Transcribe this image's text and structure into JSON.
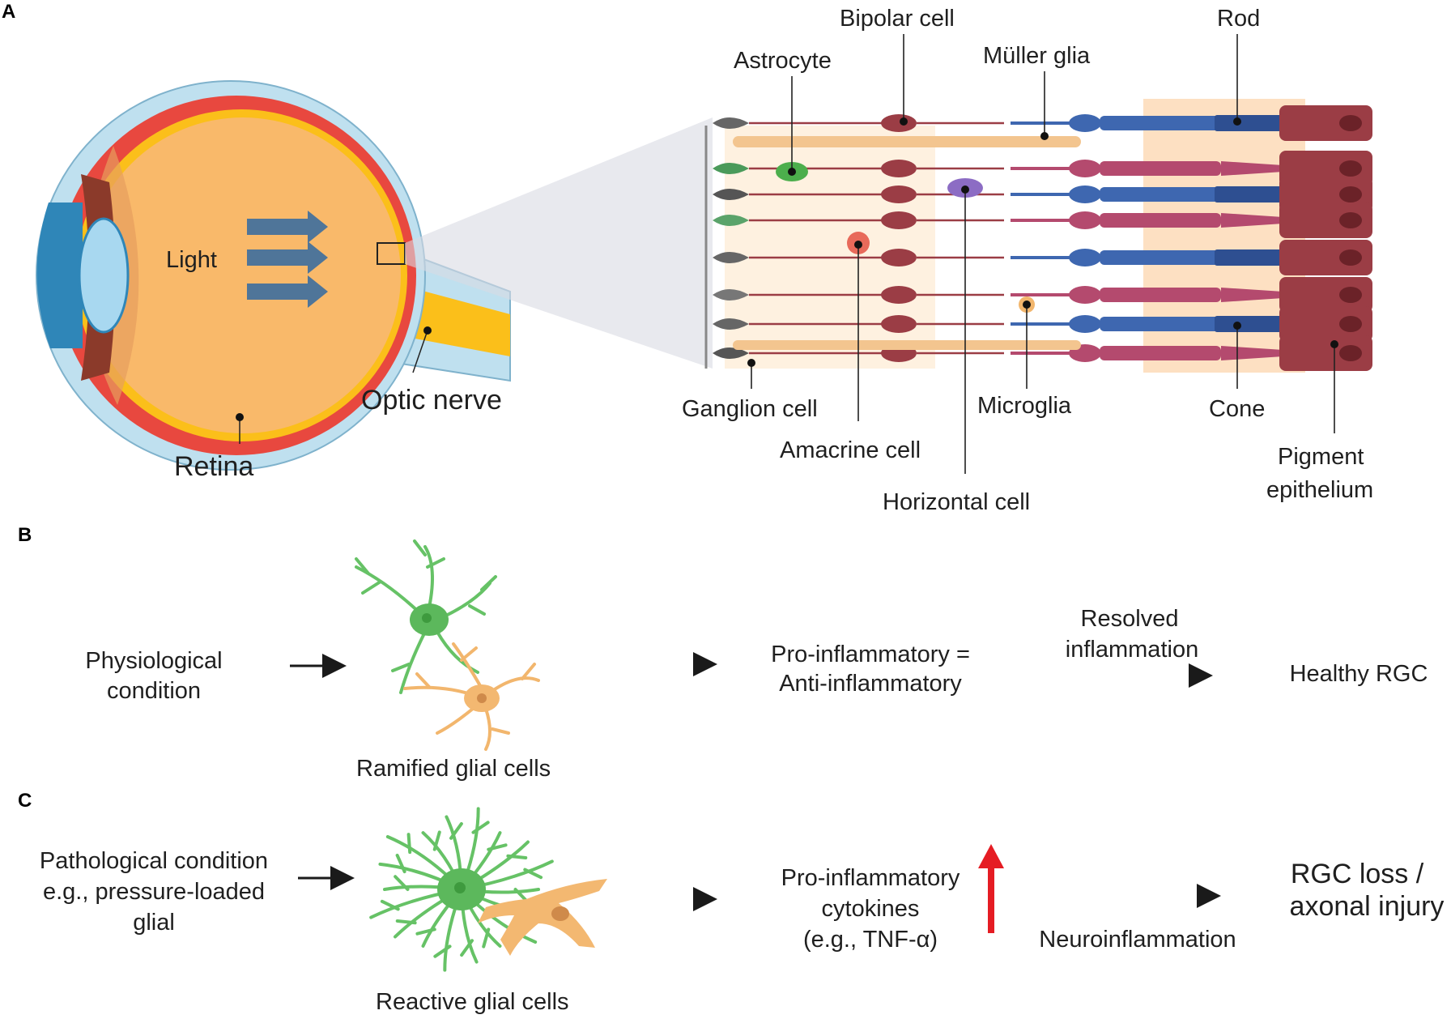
{
  "panels": {
    "a": "A",
    "b": "B",
    "c": "C"
  },
  "panel_a": {
    "eye": {
      "light": "Light",
      "optic_nerve": "Optic nerve",
      "retina": "Retina"
    },
    "cells": {
      "bipolar": "Bipolar cell",
      "rod": "Rod",
      "astrocyte": "Astrocyte",
      "muller": "Müller glia",
      "ganglion": "Ganglion cell",
      "amacrine": "Amacrine cell",
      "horizontal": "Horizontal cell",
      "microglia": "Microglia",
      "cone": "Cone",
      "pigment_line1": "Pigment",
      "pigment_line2": "epithelium"
    }
  },
  "panel_b": {
    "condition_line1": "Physiological",
    "condition_line2": "condition",
    "glia_label": "Ramified  glial cells",
    "balance_line1": "Pro-inflammatory =",
    "balance_line2": "Anti-inflammatory",
    "arrow_line1": "Resolved",
    "arrow_line2": "inflammation",
    "outcome": "Healthy RGC"
  },
  "panel_c": {
    "condition_line1": "Pathological condition",
    "condition_line2": "e.g., pressure-loaded",
    "condition_line3": "glial",
    "glia_label": "Reactive  glial cells",
    "cytokine_line1": "Pro-inflammatory",
    "cytokine_line2": "cytokines",
    "cytokine_line3": "(e.g., TNF-α)",
    "arrow_label": "Neuroinflammation",
    "outcome_line1": "RGC loss /",
    "outcome_line2": "axonal injury"
  },
  "colors": {
    "eye_orange": "#f9b96a",
    "sclera": "#bfe0ef",
    "choroid": "#e8483f",
    "optic_yellow": "#fbbf1a",
    "light_arrow": "#3c6e9e",
    "rod_blue": "#3e67b0",
    "cone_red": "#b44a6e",
    "epithelium": "#9b3d45",
    "astrocyte_green": "#4cae4c",
    "microglia_orange": "#f2b66d",
    "up_arrow_red": "#e51c23"
  }
}
